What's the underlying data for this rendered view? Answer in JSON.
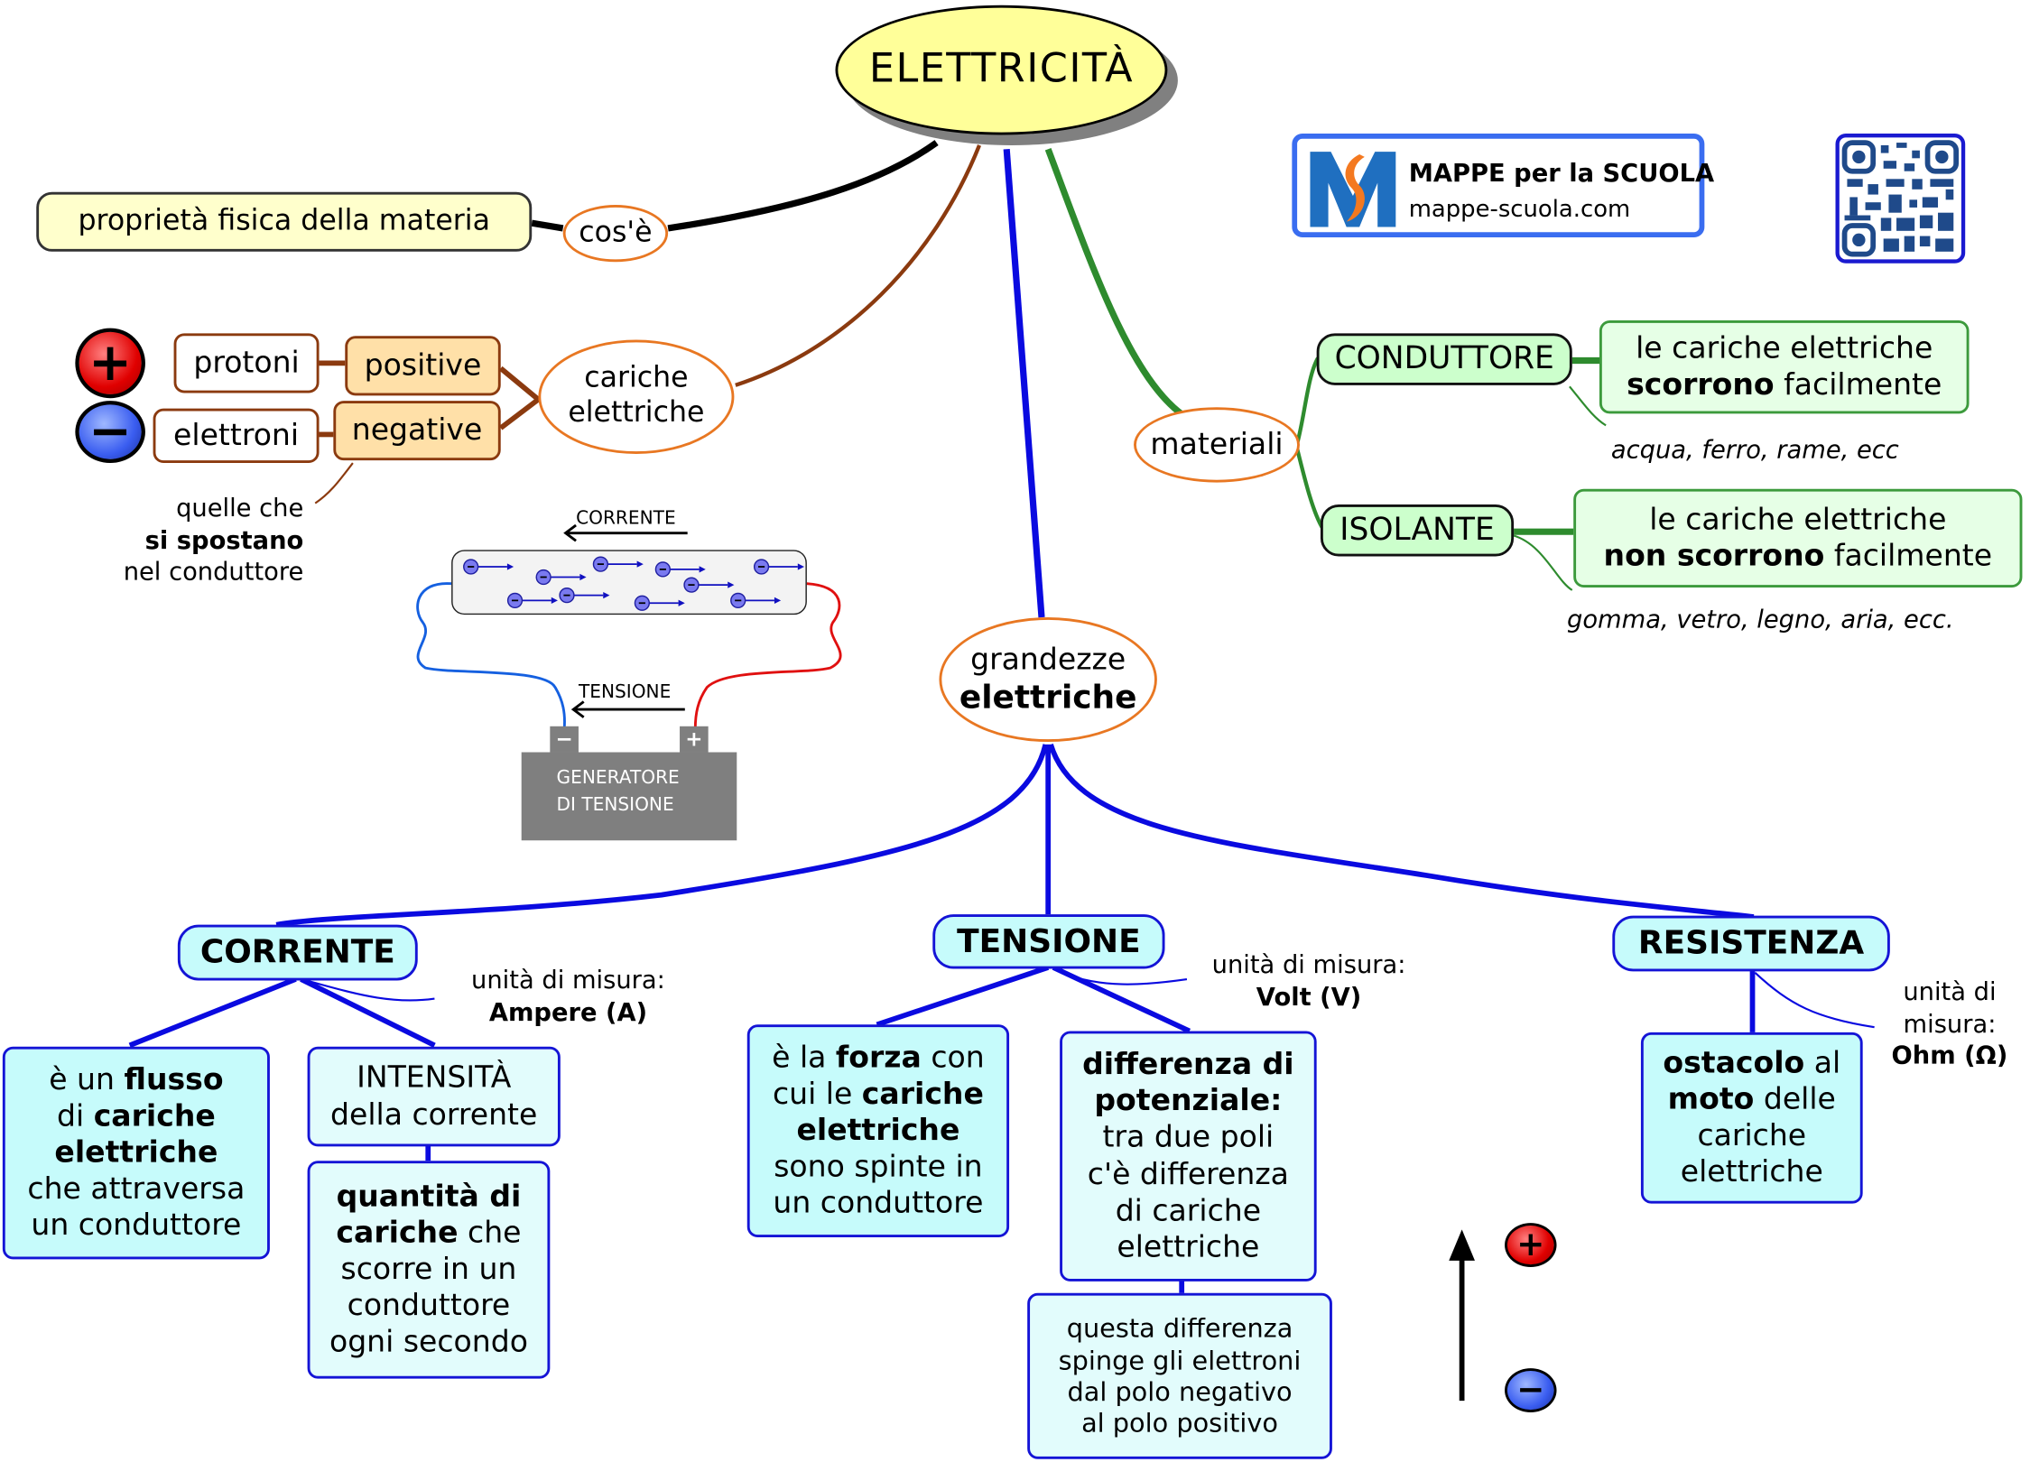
{
  "root": {
    "title": "ELETTRICITÀ"
  },
  "definition": {
    "link_label": "cos'è",
    "text": "proprietà fisica della materia"
  },
  "charges": {
    "hub": "cariche elettriche",
    "positive": {
      "label": "positive",
      "particle": "protoni",
      "icon": "plus-charge-icon"
    },
    "negative": {
      "label": "negative",
      "particle": "elettroni",
      "icon": "minus-charge-icon"
    },
    "note": {
      "line1": "quelle che",
      "line2": "si spostano",
      "line3": "nel conduttore"
    }
  },
  "circuit": {
    "current_label": "CORRENTE",
    "voltage_label": "TENSIONE",
    "generator_line1": "GENERATORE",
    "generator_line2": "DI TENSIONE",
    "minus_terminal": "−",
    "plus_terminal": "+",
    "electron_symbol": "−"
  },
  "materials": {
    "hub": "materiali",
    "conductor": {
      "label": "CONDUTTORE",
      "desc_line1": "le cariche elettriche",
      "desc_bold": "scorrono",
      "desc_rest": " facilmente",
      "examples": "acqua, ferro, rame, ecc"
    },
    "insulator": {
      "label": "ISOLANTE",
      "desc_line1": "le cariche elettriche",
      "desc_bold": "non scorrono",
      "desc_rest": " facilmente",
      "examples": "gomma, vetro, legno, aria, ecc."
    }
  },
  "brand": {
    "name": "MAPPE per la SCUOLA",
    "site": "mappe-scuola.com",
    "logo_letter": "M",
    "qr": "qr-code-icon"
  },
  "quantities": {
    "hub_line1": "grandezze",
    "hub_line2": "elettriche",
    "current": {
      "title": "CORRENTE",
      "unit_label": "unità di misura:",
      "unit": "Ampere (A)",
      "def": {
        "p1": "è un ",
        "b1": "flusso",
        "p2": "di ",
        "b2": "cariche",
        "b3": "elettriche",
        "p3": "che attraversa",
        "p4": "un conduttore"
      },
      "intensity": {
        "line1": "INTENSITÀ",
        "line2": "della corrente"
      },
      "intensity_def": {
        "b1": "quantità di",
        "b2": "cariche",
        "p1": " che",
        "p2": "scorre in un",
        "p3": "conduttore",
        "p4": "ogni secondo"
      }
    },
    "voltage": {
      "title": "TENSIONE",
      "unit_label": "unità di misura:",
      "unit": "Volt (V)",
      "def": {
        "p1": "è la ",
        "b1": "forza",
        "p2": " con",
        "p3": "cui le ",
        "b2": "cariche",
        "b3": "elettriche",
        "p4": "sono spinte in",
        "p5": "un conduttore"
      },
      "potential": {
        "b1": "differenza di",
        "b2": "potenziale:",
        "p1": "tra due poli",
        "p2": "c'è differenza",
        "p3": "di cariche",
        "p4": "elettriche"
      },
      "push": {
        "line1": "questa differenza",
        "line2": "spinge gli elettroni",
        "line3": "dal polo negativo",
        "line4": "al polo positivo"
      }
    },
    "resistance": {
      "title": "RESISTENZA",
      "unit_label1": "unità di",
      "unit_label2": "misura:",
      "unit": "Ohm (Ω)",
      "def": {
        "b1": "ostacolo",
        "p1": " al",
        "b2": "moto",
        "p2": " delle",
        "p3": "cariche",
        "p4": "elettriche"
      }
    },
    "polarity": {
      "plus": "+",
      "minus": "−"
    }
  },
  "colors": {
    "root_fill": "#ffff99",
    "black_link": "#000000",
    "brown_link": "#8b3a0f",
    "blue_link": "#0a0ae0",
    "green_link": "#2e8b2e",
    "orange_outline": "#e87722",
    "cyan_fill": "#c6fbfb",
    "green_fill": "#ccffcc",
    "brand_blue": "#3a6df0"
  }
}
